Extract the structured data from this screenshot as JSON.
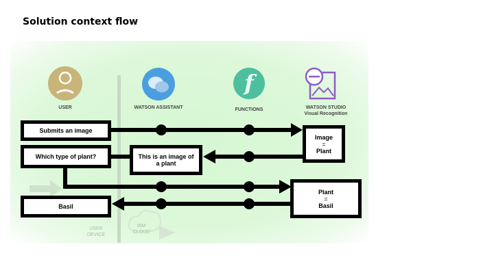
{
  "title": "Solution context flow",
  "columns": {
    "user": "USER",
    "assistant": "WATSON ASSISTANT",
    "functions": "FUNCTIONS",
    "studio_line1": "WATSON STUDIO",
    "studio_line2": "Visual Recognition"
  },
  "boxes": {
    "submit": "Submits an image",
    "which": "Which type of plant?",
    "image_of_plant": "This is an image of a plant",
    "basil": "Basil",
    "image_line1": "Image",
    "image_line2": "=",
    "image_line3": "Plant",
    "plant_line1": "Plant",
    "plant_line2": "=",
    "plant_line3": "Basil"
  },
  "footer": {
    "user_device_line1": "USER",
    "user_device_line2": "DEVICE",
    "ibm_cloud_line1": "IBM",
    "ibm_cloud_line2": "CLOUD"
  },
  "colors": {
    "user_icon": "#c9b47a",
    "assistant_icon": "#4a9fe0",
    "functions_icon": "#4dbf9f",
    "studio_icon": "#8e5cc4"
  }
}
